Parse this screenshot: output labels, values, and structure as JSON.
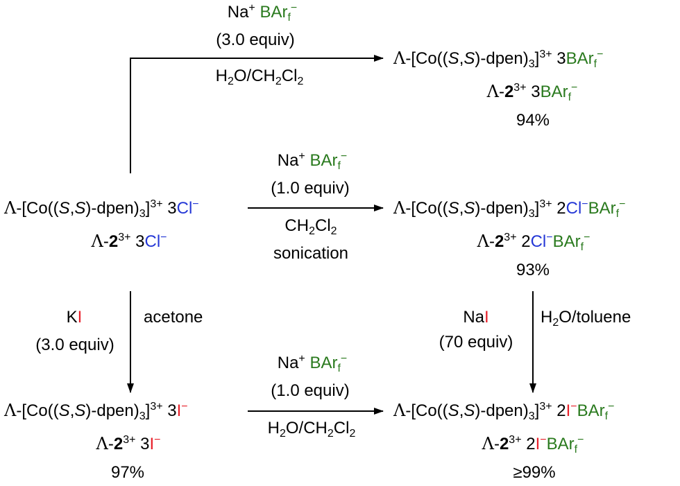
{
  "symbols": {
    "lambda": "Λ",
    "plus": "+",
    "minus": "−",
    "charge3": "3+",
    "dash": "-"
  },
  "fragments": {
    "na": "Na",
    "barf": "BAr",
    "f": "f",
    "co_open": "-[Co((",
    "s": "S",
    "comma": ",",
    "dpen": ")-dpen)",
    "three": "3",
    "bracket": "]",
    "cl": "Cl",
    "i": "I",
    "k": "K",
    "bold2": "2",
    "two_sp": "2",
    "three_sp": "3",
    "h2o_ch": "H",
    "h2o_o": "O/CH",
    "cl2": "Cl",
    "sub2": "2",
    "ch": "CH",
    "na_i": "Na"
  },
  "conditions": {
    "top_equiv": "(3.0 equiv)",
    "mid_equiv": "(1.0 equiv)",
    "mid_sonication": "sonication",
    "left_equiv": "(3.0 equiv)",
    "left_solvent": "acetone",
    "right_equiv": "(70 equiv)",
    "right_solvent": "H2O/toluene",
    "bottom_equiv": "(1.0 equiv)"
  },
  "yields": {
    "top_right": "94%",
    "mid_right": "93%",
    "bottom_left": "97%",
    "bottom_right": "≥99%"
  },
  "colors": {
    "barf_green": "#2a7a1e",
    "chloride_blue": "#2437d6",
    "iodide_red": "#e8202a"
  }
}
